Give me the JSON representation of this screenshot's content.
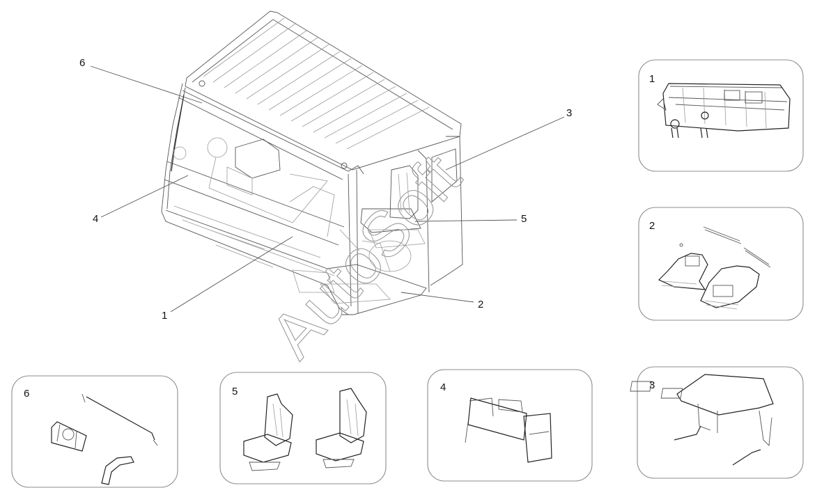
{
  "callouts": [
    "6",
    "4",
    "1",
    "3",
    "5",
    "2"
  ],
  "panels": [
    {
      "id": "panel-1",
      "number": "1"
    },
    {
      "id": "panel-2",
      "number": "2"
    },
    {
      "id": "panel-3",
      "number": "3"
    },
    {
      "id": "panel-4",
      "number": "4"
    },
    {
      "id": "panel-5",
      "number": "5"
    },
    {
      "id": "panel-6",
      "number": "6"
    }
  ],
  "watermark": "AutoSoft"
}
